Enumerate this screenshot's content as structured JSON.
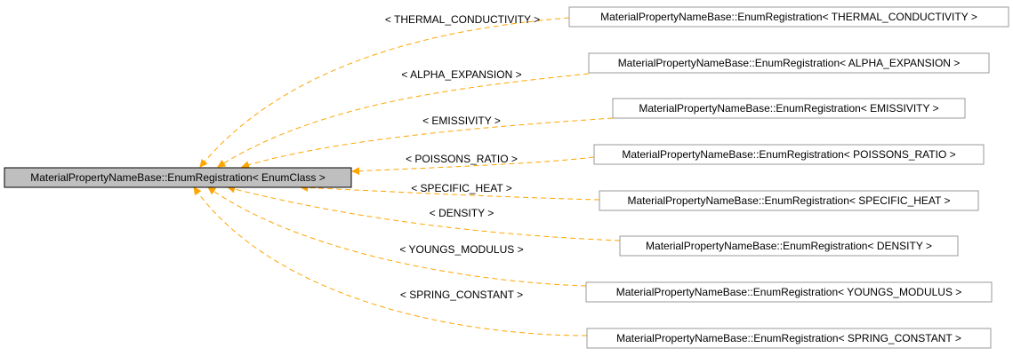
{
  "colors": {
    "edge": "#ffa500",
    "base_fill": "#bfbfbf",
    "node_fill": "#ffffff",
    "node_border": "#000000",
    "derived_border": "#999999"
  },
  "base_node": {
    "label": "MaterialPropertyNameBase::EnumRegistration< EnumClass >"
  },
  "derived_nodes": [
    {
      "label": "MaterialPropertyNameBase::EnumRegistration< THERMAL_CONDUCTIVITY >",
      "edge_label": "< THERMAL_CONDUCTIVITY >"
    },
    {
      "label": "MaterialPropertyNameBase::EnumRegistration< ALPHA_EXPANSION >",
      "edge_label": "< ALPHA_EXPANSION >"
    },
    {
      "label": "MaterialPropertyNameBase::EnumRegistration< EMISSIVITY >",
      "edge_label": "< EMISSIVITY >"
    },
    {
      "label": "MaterialPropertyNameBase::EnumRegistration< POISSONS_RATIO >",
      "edge_label": "< POISSONS_RATIO >"
    },
    {
      "label": "MaterialPropertyNameBase::EnumRegistration< SPECIFIC_HEAT >",
      "edge_label": "< SPECIFIC_HEAT >"
    },
    {
      "label": "MaterialPropertyNameBase::EnumRegistration< DENSITY >",
      "edge_label": "< DENSITY >"
    },
    {
      "label": "MaterialPropertyNameBase::EnumRegistration< YOUNGS_MODULUS >",
      "edge_label": "< YOUNGS_MODULUS >"
    },
    {
      "label": "MaterialPropertyNameBase::EnumRegistration< SPRING_CONSTANT >",
      "edge_label": "< SPRING_CONSTANT >"
    }
  ]
}
